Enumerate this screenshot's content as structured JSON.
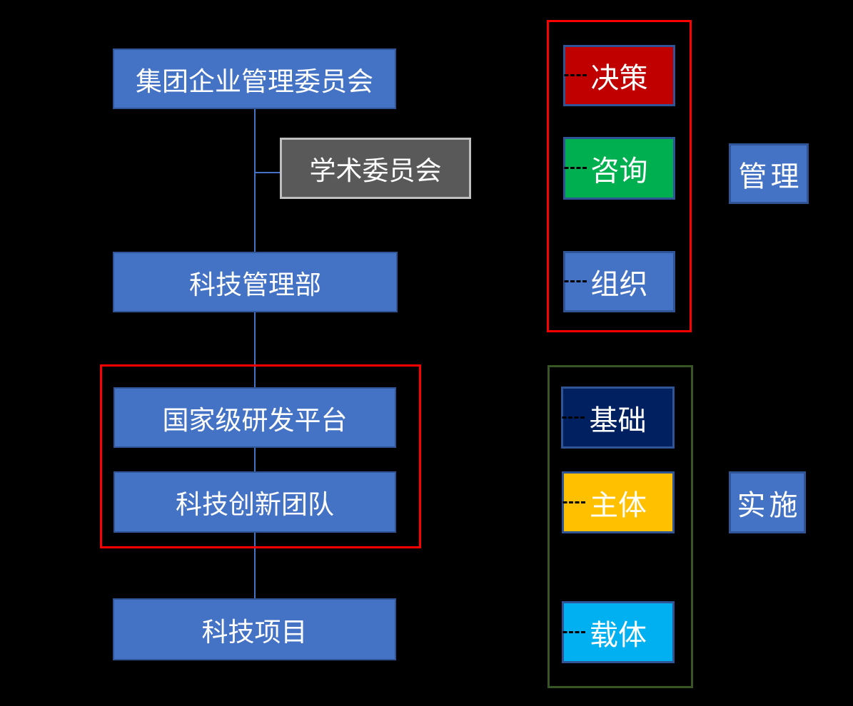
{
  "left_chart": {
    "nodes": [
      {
        "id": "group-management-committee",
        "label": "集团企业管理委员会"
      },
      {
        "id": "academic-committee",
        "label": "学术委员会"
      },
      {
        "id": "tech-management-dept",
        "label": "科技管理部"
      },
      {
        "id": "national-rd-platform",
        "label": "国家级研发平台"
      },
      {
        "id": "tech-innovation-team",
        "label": "科技创新团队"
      },
      {
        "id": "tech-project",
        "label": "科技项目"
      }
    ]
  },
  "right_legend": {
    "management_group": {
      "boxes": [
        {
          "label": "决策",
          "color": "#C00000"
        },
        {
          "label": "咨询",
          "color": "#00B050"
        },
        {
          "label": "组织",
          "color": "#4472C4"
        }
      ],
      "tag": {
        "label": "管理",
        "color": "#4472C4"
      }
    },
    "implementation_group": {
      "boxes": [
        {
          "label": "基础",
          "color": "#002060"
        },
        {
          "label": "主体",
          "color": "#FFC000"
        },
        {
          "label": "载体",
          "color": "#00B0F0"
        }
      ],
      "tag": {
        "label": "实施",
        "color": "#4472C4"
      }
    }
  },
  "colors": {
    "background": "#000000",
    "node_blue": "#4472C4",
    "node_border": "#2F5597",
    "gray_fill": "#595959",
    "gray_border": "#BFBFBF",
    "red_outline": "#FF0000",
    "green_outline": "#375623",
    "connector_blue": "#4472C4",
    "dash_line": "#000000",
    "text": "#FFFFFF"
  }
}
